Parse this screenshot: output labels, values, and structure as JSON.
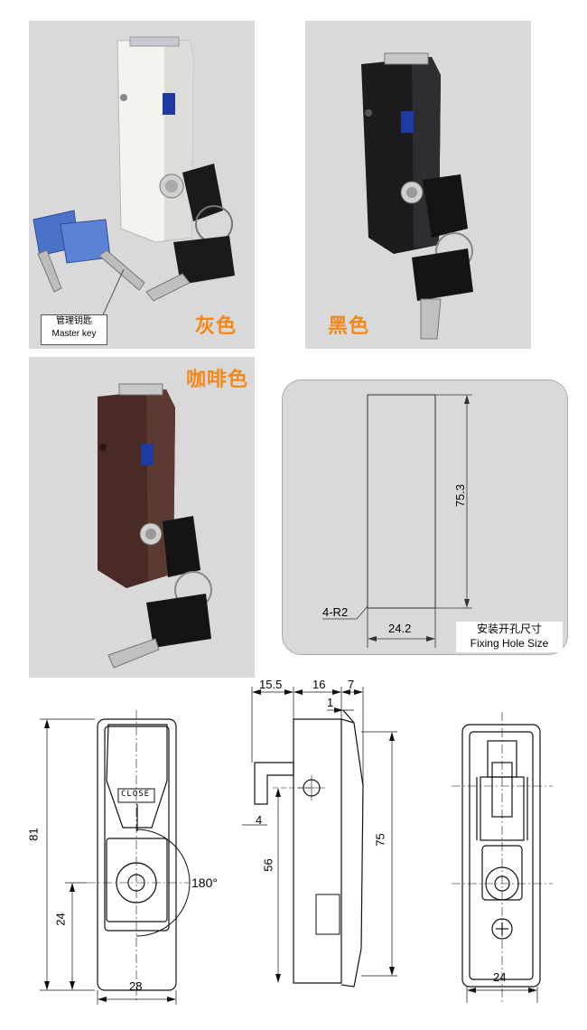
{
  "colors": {
    "label_orange": "#f2891b",
    "panel_grey": "#d9d9d9",
    "lock_white": "#f0f0ee",
    "lock_black": "#1c1c1e",
    "lock_brown": "#4a2a24",
    "key_blue": "#4a72c8"
  },
  "photos": {
    "grey": {
      "color_label": "灰色",
      "master_key_cn": "管理钥匙",
      "master_key_en": "Master key"
    },
    "black": {
      "color_label": "黑色"
    },
    "brown": {
      "color_label": "咖啡色"
    }
  },
  "fixing_hole": {
    "height_dim": "75.3",
    "width_dim": "24.2",
    "radius_dim": "4-R2",
    "caption_cn": "安装开孔尺寸",
    "caption_en": "Fixing Hole Size"
  },
  "front_view": {
    "height_dim": "81",
    "key_offset_dim": "24",
    "width_dim": "28",
    "rotation_dim": "180°",
    "close_label": "CLOSE"
  },
  "side_view": {
    "dim_15_5": "15.5",
    "dim_16": "16",
    "dim_7": "7",
    "dim_1": "1",
    "dim_4": "4",
    "dim_56": "56",
    "dim_75": "75"
  },
  "back_view": {
    "width_dim": "24"
  }
}
